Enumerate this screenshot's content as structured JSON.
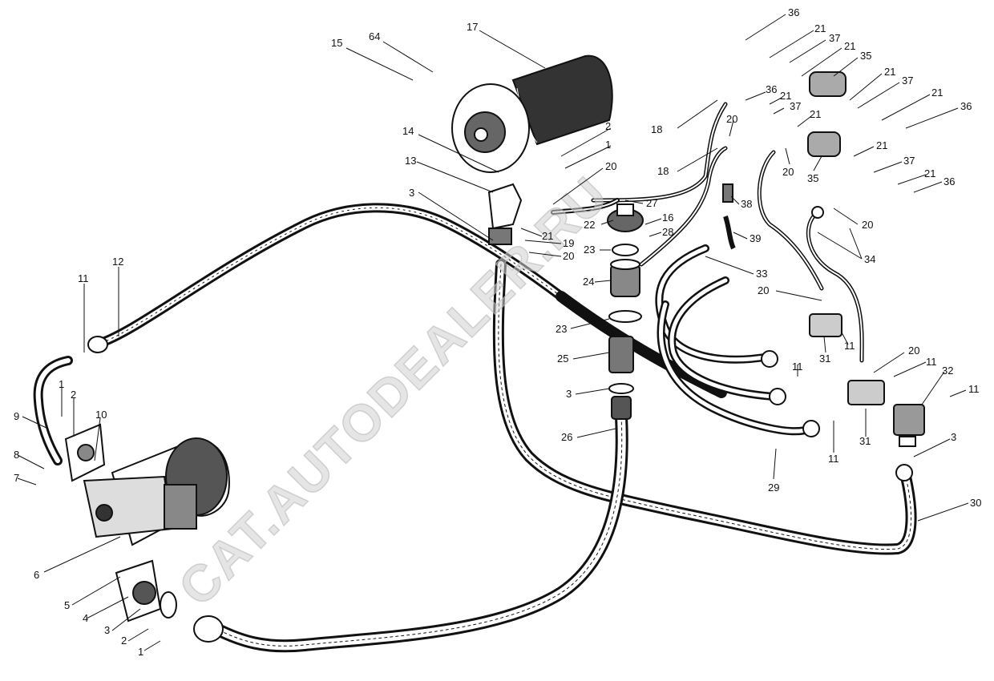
{
  "watermark": {
    "text": "CAT.AUTODEALER.RU"
  },
  "callouts": [
    {
      "id": "c15",
      "label": "15"
    },
    {
      "id": "c64",
      "label": "64"
    },
    {
      "id": "c17",
      "label": "17"
    },
    {
      "id": "c14",
      "label": "14"
    },
    {
      "id": "c13",
      "label": "13"
    },
    {
      "id": "c2a",
      "label": "2"
    },
    {
      "id": "c1a",
      "label": "1"
    },
    {
      "id": "c20a",
      "label": "20"
    },
    {
      "id": "c27",
      "label": "27"
    },
    {
      "id": "c22",
      "label": "22"
    },
    {
      "id": "c16",
      "label": "16"
    },
    {
      "id": "c28",
      "label": "28"
    },
    {
      "id": "c23a",
      "label": "23"
    },
    {
      "id": "c24",
      "label": "24"
    },
    {
      "id": "c23b",
      "label": "23"
    },
    {
      "id": "c25",
      "label": "25"
    },
    {
      "id": "c3a",
      "label": "3"
    },
    {
      "id": "c26",
      "label": "26"
    },
    {
      "id": "c3b",
      "label": "3"
    },
    {
      "id": "c21a",
      "label": "21"
    },
    {
      "id": "c19",
      "label": "19"
    },
    {
      "id": "c20b",
      "label": "20"
    },
    {
      "id": "c12",
      "label": "12"
    },
    {
      "id": "c11a",
      "label": "11"
    },
    {
      "id": "c1b",
      "label": "1"
    },
    {
      "id": "c2b",
      "label": "2"
    },
    {
      "id": "c10",
      "label": "10"
    },
    {
      "id": "c9",
      "label": "9"
    },
    {
      "id": "c8",
      "label": "8"
    },
    {
      "id": "c7",
      "label": "7"
    },
    {
      "id": "c6",
      "label": "6"
    },
    {
      "id": "c5",
      "label": "5"
    },
    {
      "id": "c4",
      "label": "4"
    },
    {
      "id": "c3c",
      "label": "3"
    },
    {
      "id": "c2c",
      "label": "2"
    },
    {
      "id": "c1c",
      "label": "1"
    },
    {
      "id": "c36a",
      "label": "36"
    },
    {
      "id": "c21b",
      "label": "21"
    },
    {
      "id": "c37a",
      "label": "37"
    },
    {
      "id": "c21c",
      "label": "21"
    },
    {
      "id": "c35a",
      "label": "35"
    },
    {
      "id": "c21d",
      "label": "21"
    },
    {
      "id": "c37b",
      "label": "37"
    },
    {
      "id": "c36b",
      "label": "36"
    },
    {
      "id": "c21e",
      "label": "21"
    },
    {
      "id": "c37c",
      "label": "37"
    },
    {
      "id": "c21f",
      "label": "21"
    },
    {
      "id": "c21g",
      "label": "21"
    },
    {
      "id": "c36c",
      "label": "36"
    },
    {
      "id": "c18a",
      "label": "18"
    },
    {
      "id": "c20c",
      "label": "20"
    },
    {
      "id": "c18b",
      "label": "18"
    },
    {
      "id": "c20d",
      "label": "20"
    },
    {
      "id": "c35b",
      "label": "35"
    },
    {
      "id": "c21h",
      "label": "21"
    },
    {
      "id": "c37d",
      "label": "37"
    },
    {
      "id": "c21i",
      "label": "21"
    },
    {
      "id": "c36d",
      "label": "36"
    },
    {
      "id": "c38",
      "label": "38"
    },
    {
      "id": "c20e",
      "label": "20"
    },
    {
      "id": "c39",
      "label": "39"
    },
    {
      "id": "c34",
      "label": "34"
    },
    {
      "id": "c33",
      "label": "33"
    },
    {
      "id": "c20f",
      "label": "20"
    },
    {
      "id": "c11b",
      "label": "11"
    },
    {
      "id": "c31a",
      "label": "31"
    },
    {
      "id": "c20g",
      "label": "20"
    },
    {
      "id": "c11c",
      "label": "11"
    },
    {
      "id": "c11d",
      "label": "11"
    },
    {
      "id": "c32",
      "label": "32"
    },
    {
      "id": "c11e",
      "label": "11"
    },
    {
      "id": "c31b",
      "label": "31"
    },
    {
      "id": "c11f",
      "label": "11"
    },
    {
      "id": "c3d",
      "label": "3"
    },
    {
      "id": "c29",
      "label": "29"
    },
    {
      "id": "c30",
      "label": "30"
    }
  ]
}
